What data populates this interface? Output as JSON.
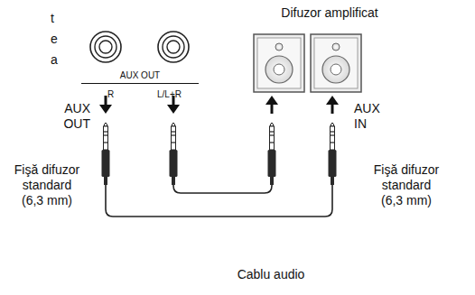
{
  "diagram": {
    "nodes": [
      {
        "text": [
          "AUX OUT",
          "R",
          "L/L+R"
        ]
      }
    ],
    "labels": [
      "t",
      "e",
      "a",
      "Difuzor amplificat",
      "AUX OUT",
      "AUX IN",
      "Fişă difuzor standard (6,3 mm)",
      "Fişă difuzor standard (6,3 mm)",
      "Cablu audio"
    ]
  }
}
